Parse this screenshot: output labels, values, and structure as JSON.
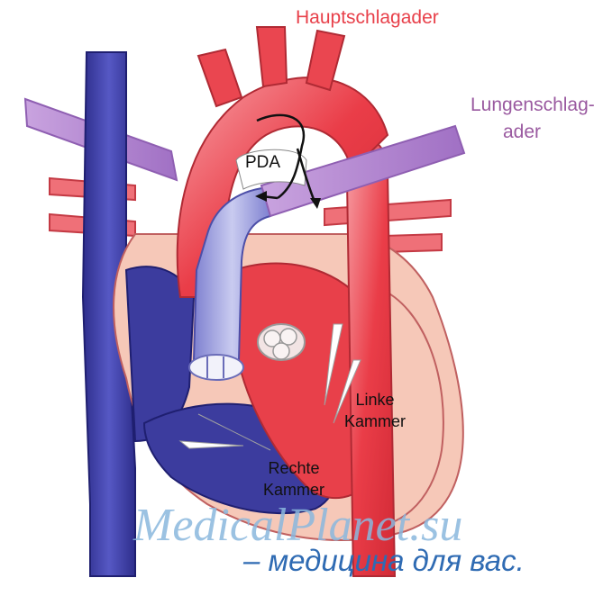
{
  "labels": {
    "aorta": "Hauptschlagader",
    "pulmonary_line1": "Lungenschlag-",
    "pulmonary_line2": "ader",
    "pda": "PDA",
    "left_ventricle_line1": "Linke",
    "left_ventricle_line2": "Kammer",
    "right_ventricle_line1": "Rechte",
    "right_ventricle_line2": "Kammer"
  },
  "watermark": {
    "line1": "MedicalPlanet.su",
    "line2": "– медицина для вас."
  },
  "colors": {
    "oxygenated": "#e8404a",
    "oxygenated_light": "#f6a3a8",
    "deoxygenated": "#3c3c9e",
    "deoxygenated_light": "#8d8fd6",
    "pulmonary": "#b78ad0",
    "muscle": "#f6c8b8"
  }
}
